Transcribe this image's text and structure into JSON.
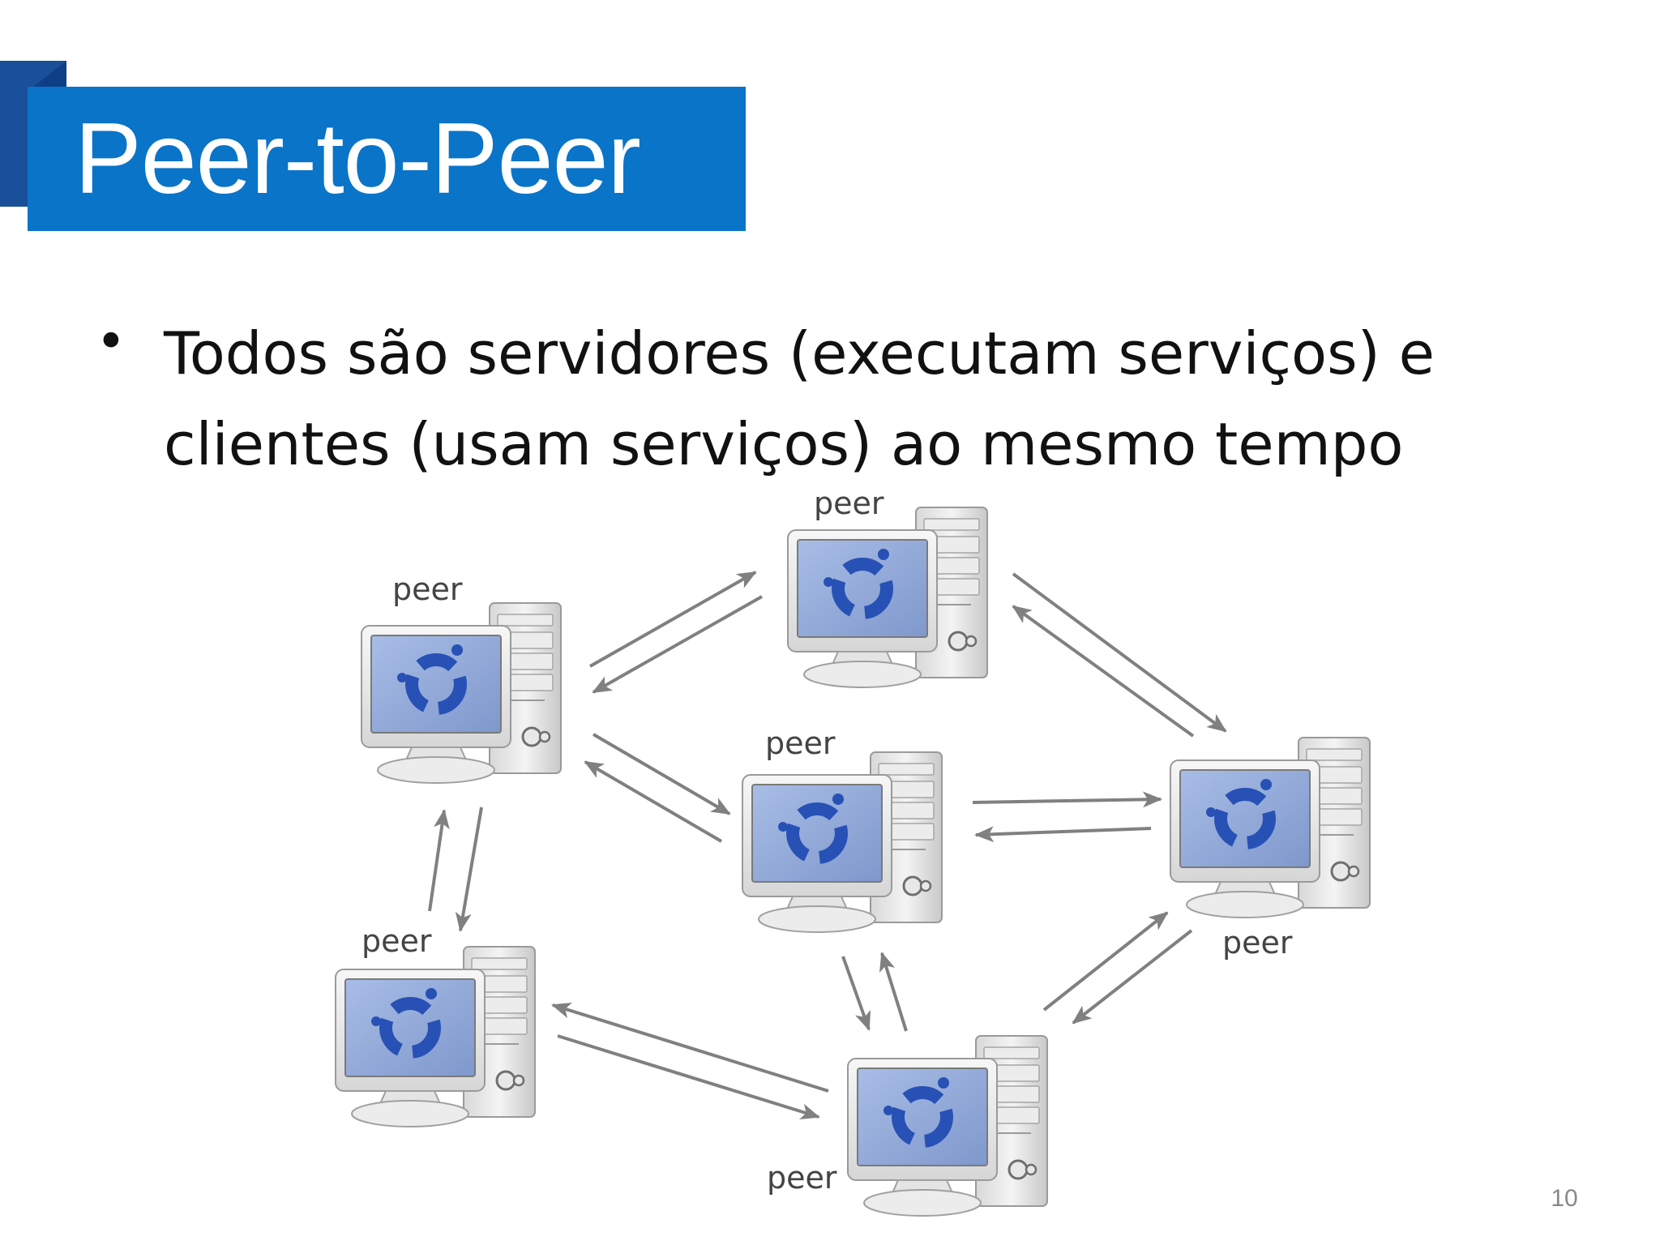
{
  "slide": {
    "title": "Peer-to-Peer",
    "bullet_symbol": "•",
    "bullet_text": "Todos são servidores (executam serviços) e clientes (usam serviços) ao mesmo tempo",
    "slide_number": "10"
  },
  "diagram": {
    "nodes": [
      {
        "id": "top",
        "label": "peer"
      },
      {
        "id": "left",
        "label": "peer"
      },
      {
        "id": "center",
        "label": "peer"
      },
      {
        "id": "right",
        "label": "peer"
      },
      {
        "id": "bottom-left",
        "label": "peer"
      },
      {
        "id": "bottom",
        "label": "peer"
      }
    ],
    "edges": [
      {
        "from": "left",
        "to": "top",
        "bidirectional": true
      },
      {
        "from": "top",
        "to": "right",
        "bidirectional": true
      },
      {
        "from": "left",
        "to": "center",
        "bidirectional": true
      },
      {
        "from": "center",
        "to": "right",
        "bidirectional": true
      },
      {
        "from": "left",
        "to": "bottom-left",
        "bidirectional": true
      },
      {
        "from": "center",
        "to": "bottom",
        "bidirectional": true
      },
      {
        "from": "right",
        "to": "bottom",
        "bidirectional": true
      },
      {
        "from": "bottom-left",
        "to": "bottom",
        "bidirectional": true
      }
    ]
  },
  "colors": {
    "title_bar": "#0a74c8",
    "title_accent": "#1a4f99",
    "arrow": "#808080",
    "screen": "#8fa7d6",
    "logo": "#2851b5"
  }
}
